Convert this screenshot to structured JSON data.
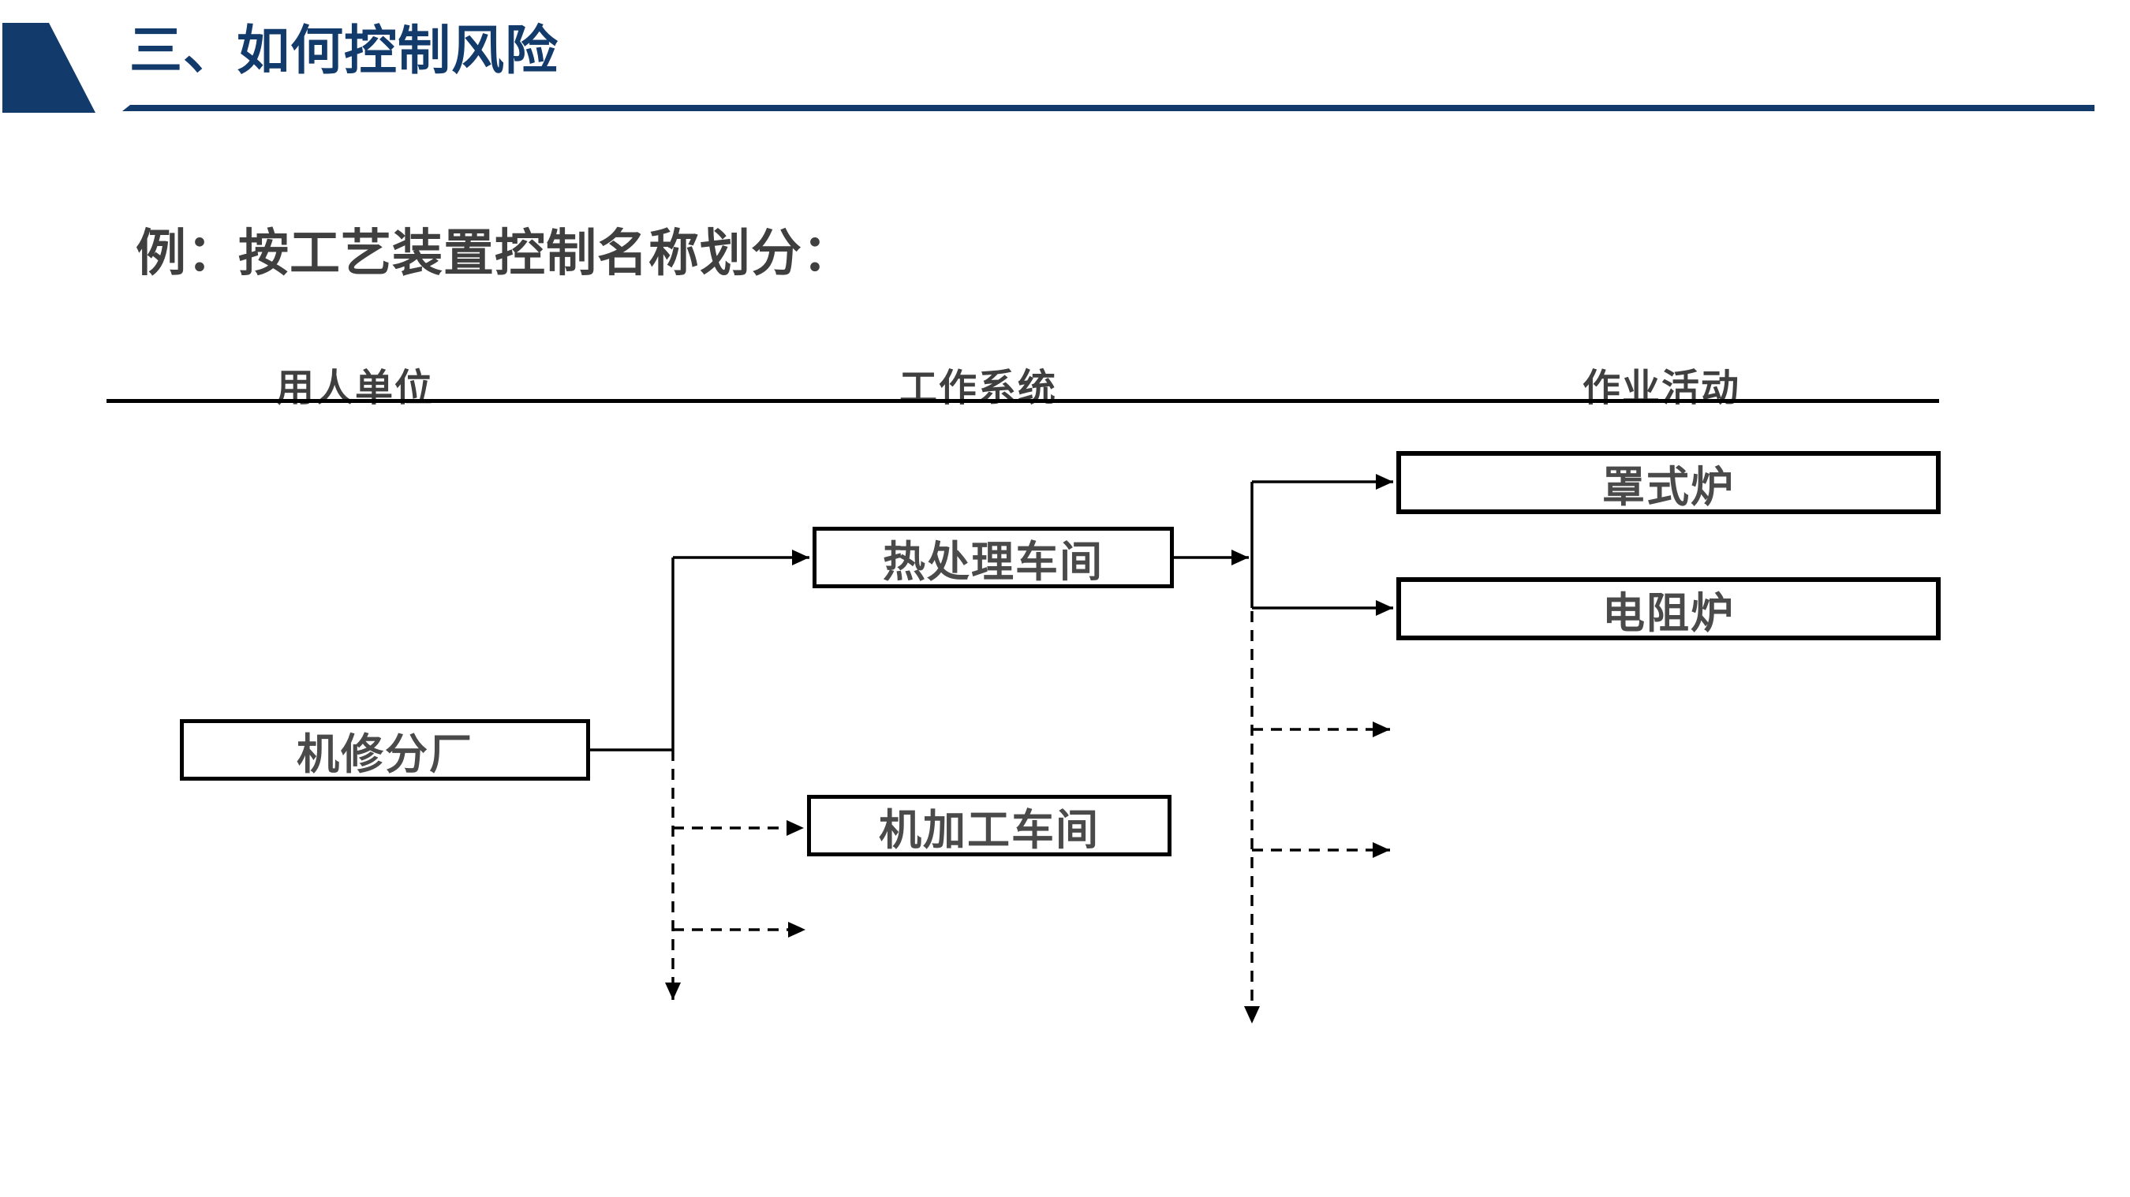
{
  "slide": {
    "title": "三、如何控制风险",
    "subtitle": "例：按工艺装置控制名称划分："
  },
  "colors": {
    "accent_navy": "#123A6B",
    "heading_gray": "#3F3F3F",
    "box_text_gray": "#4A4A4A",
    "line_black": "#000000"
  },
  "columns": [
    {
      "label": "用人单位"
    },
    {
      "label": "工作系统"
    },
    {
      "label": "作业活动"
    }
  ],
  "nodes": {
    "employer": {
      "label": "机修分厂",
      "column": "用人单位"
    },
    "heat_treatment": {
      "label": "热处理车间",
      "column": "工作系统"
    },
    "machining": {
      "label": "机加工车间",
      "column": "工作系统"
    },
    "bell_furnace": {
      "label": "罩式炉",
      "column": "作业活动"
    },
    "resistance_furnace": {
      "label": "电阻炉",
      "column": "作业活动"
    }
  },
  "edges": [
    {
      "from": "employer",
      "to": "heat_treatment",
      "style": "solid"
    },
    {
      "from": "employer",
      "to": "machining",
      "style": "dashed"
    },
    {
      "from": "employer",
      "to": "",
      "style": "dashed"
    },
    {
      "from": "heat_treatment",
      "to": "bell_furnace",
      "style": "solid"
    },
    {
      "from": "heat_treatment",
      "to": "resistance_furnace",
      "style": "solid"
    },
    {
      "from": "heat_treatment",
      "to": "",
      "style": "dashed"
    },
    {
      "from": "heat_treatment",
      "to": "",
      "style": "dashed"
    }
  ]
}
